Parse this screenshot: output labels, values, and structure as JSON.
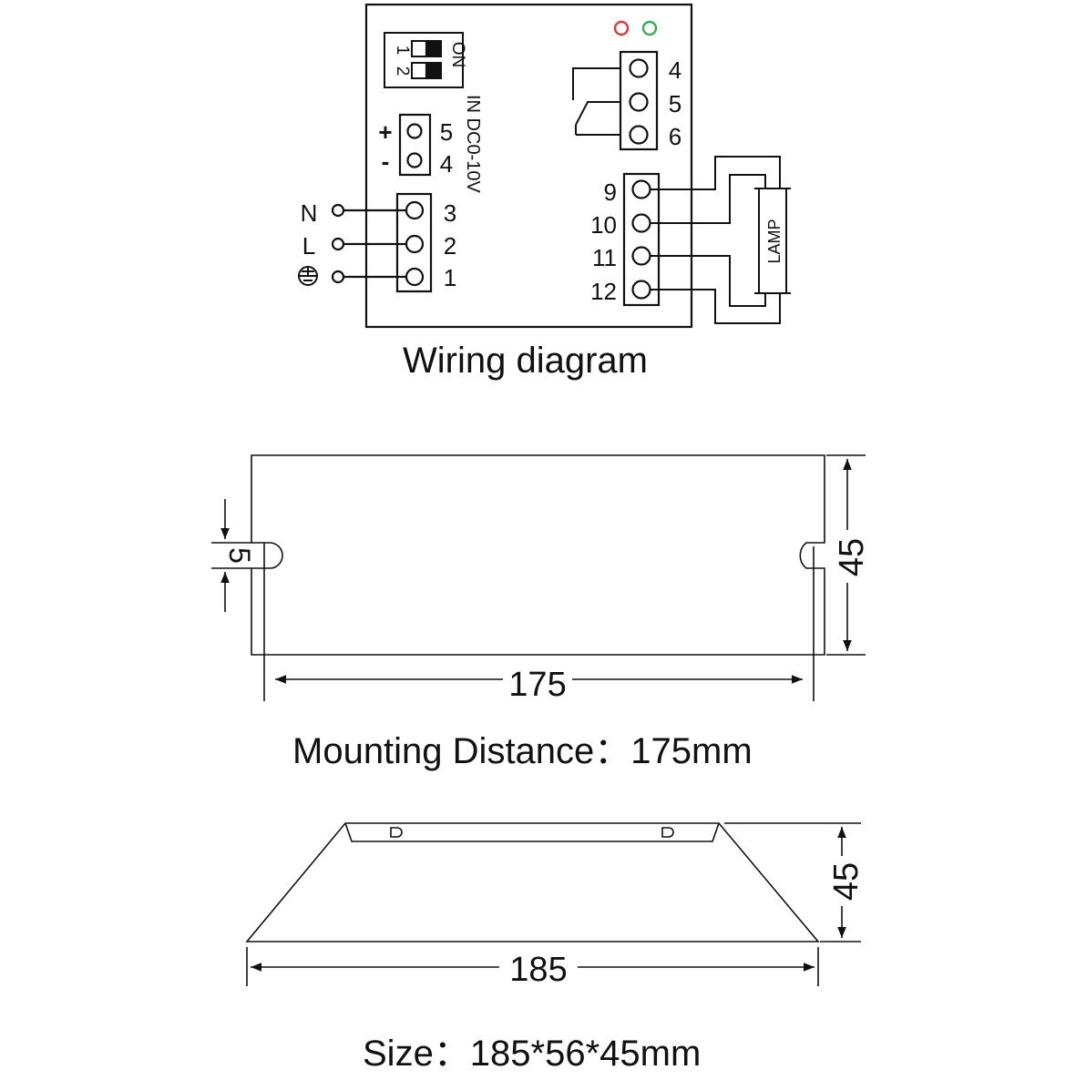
{
  "wiring": {
    "caption": "Wiring diagram",
    "dip": {
      "on_label": "ON",
      "labels": [
        "1",
        "2"
      ]
    },
    "input_label": "IN DC0-10V",
    "dc_terminals": [
      {
        "sign": "+",
        "num": "5"
      },
      {
        "sign": "-",
        "num": "4"
      }
    ],
    "mains_terminals": [
      {
        "wire": "N",
        "num": "3"
      },
      {
        "wire": "L",
        "num": "2"
      },
      {
        "wire": "ground-icon",
        "num": "1"
      }
    ],
    "relay_terminals": [
      "4",
      "5",
      "6"
    ],
    "lamp_terminals": [
      "9",
      "10",
      "11",
      "12"
    ],
    "lamp_label": "LAMP",
    "indicator_colors": {
      "red": "#e8333a",
      "green": "#2fae54"
    }
  },
  "top_view": {
    "caption": "Mounting  Distance：175mm",
    "dim_width": "175",
    "dim_height": "45",
    "dim_slot": "5"
  },
  "side_view": {
    "caption": "Size：185*56*45mm",
    "dim_width": "185",
    "dim_height": "45"
  }
}
